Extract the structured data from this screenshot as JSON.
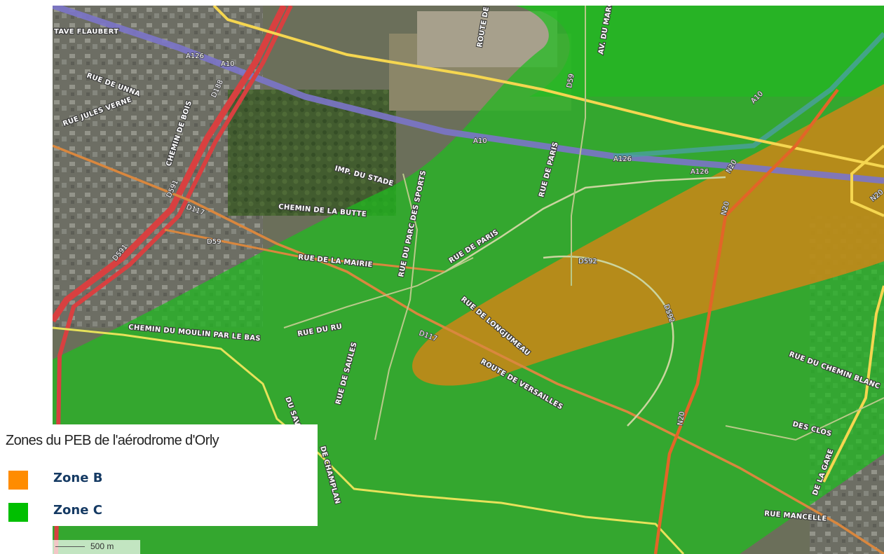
{
  "legend": {
    "title": "Zones du PEB de l'aérodrome d'Orly",
    "items": [
      {
        "label": "Zone B",
        "color": "#ff8c00"
      },
      {
        "label": "Zone C",
        "color": "#00bf00"
      }
    ]
  },
  "scale": {
    "label": "500 m"
  },
  "map_labels": {
    "flaubert": "TAVE FLAUBERT",
    "unna": "RUE DE UNNA",
    "jules_verne": "RUE JULES VERNE",
    "chemin_bois": "CHEMIN DE BOIS",
    "stade": "IMP. DU STADE",
    "butte": "CHEMIN DE LA BUTTE",
    "mairie": "RUE DE LA MAIRIE",
    "parc_sports": "RUE DU PARC DES SPORTS",
    "rue_paris_1": "RUE DE PARIS",
    "rue_paris_2": "RUE DE PARIS",
    "rue_longjumeau": "RUE DE LONGJUMEAU",
    "route_versailles": "ROUTE DE VERSAILLES",
    "moulin": "CHEMIN DU MOULIN PAR LE BAS",
    "rue_du_ru": "RUE DU RU",
    "rue_saules": "RUE DE SAULES",
    "chemin_bas": "RUE DU CHEMIN BLANC",
    "mancelle": "RUE MANCELLE",
    "closeaux": "DES CLOS",
    "gare": "DE LA GARE",
    "av_marche": "AV. DU MARCHÉ",
    "route_top": "ROUTE DE L",
    "savoir": "DU SAVOIR",
    "champlan": "DE CHAMPLAN",
    "a10": "A10",
    "a126": "A126",
    "d188": "D188",
    "d591": "D591",
    "d117": "D117",
    "d59": "D59",
    "d592": "D592",
    "n20": "N20"
  }
}
